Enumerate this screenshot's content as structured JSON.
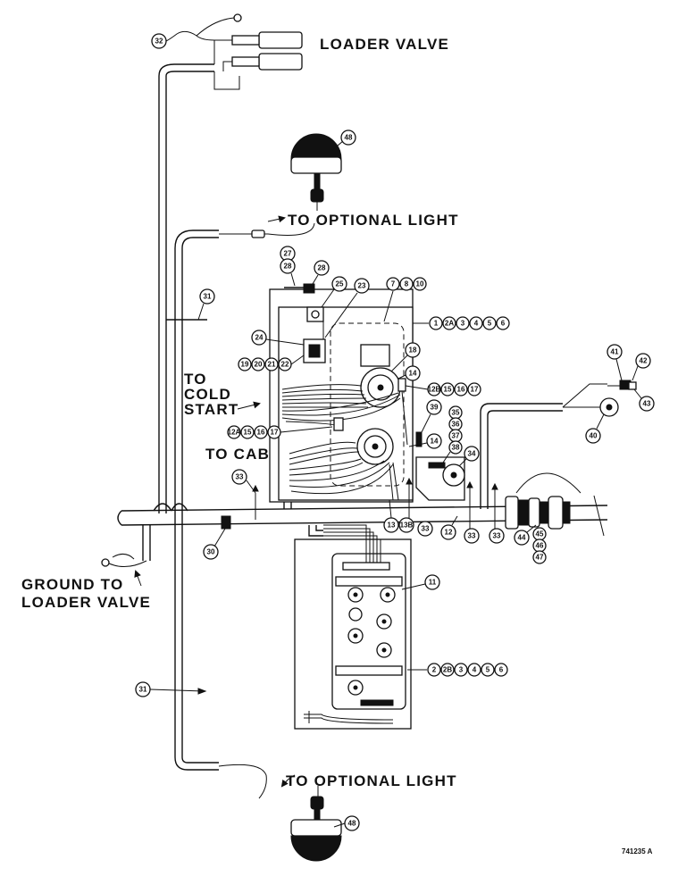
{
  "labels": {
    "loader_valve": "LOADER VALVE",
    "optional_light_top": "TO OPTIONAL LIGHT",
    "optional_light_bottom": "TO OPTIONAL LIGHT",
    "cold_start_1": "TO",
    "cold_start_2": "COLD",
    "cold_start_3": "START",
    "cab": "TO CAB",
    "ground_1": "GROUND TO",
    "ground_2": "LOADER VALVE",
    "drawing_ref": "741235 A"
  },
  "callouts": {
    "c32": "32",
    "c48_top": "48",
    "c27": "27",
    "c28a": "28",
    "c28b": "28",
    "c31_top": "31",
    "c25": "25",
    "c23": "23",
    "c7": "7",
    "c8": "8",
    "c10": "10",
    "c1a": "1",
    "c2a_a": "2A",
    "c3a": "3",
    "c4a": "4",
    "c5a": "5",
    "c6a": "6",
    "c24": "24",
    "c19": "19",
    "c20": "20",
    "c21": "21",
    "c22": "22",
    "c18": "18",
    "c14a": "14",
    "c12b": "12B",
    "c15a": "15",
    "c16a": "16",
    "c17a": "17",
    "c39": "39",
    "c35": "35",
    "c36": "36",
    "c37": "37",
    "c38": "38",
    "c14b": "14",
    "c34": "34",
    "c12a": "12A",
    "c15b": "15",
    "c16b": "16",
    "c17b": "17",
    "c41": "41",
    "c42": "42",
    "c43": "43",
    "c40": "40",
    "c33a": "33",
    "c13": "13",
    "c13b": "13B",
    "c33b": "33",
    "c12": "12",
    "c33c": "33",
    "c33d": "33",
    "c44": "44",
    "c45": "45",
    "c46": "46",
    "c47": "47",
    "c30": "30",
    "c11": "11",
    "c2b": "2",
    "c2b_b": "2B",
    "c3b": "3",
    "c4b": "4",
    "c5b": "5",
    "c6b": "6",
    "c31_bottom": "31",
    "c48_bottom": "48"
  }
}
